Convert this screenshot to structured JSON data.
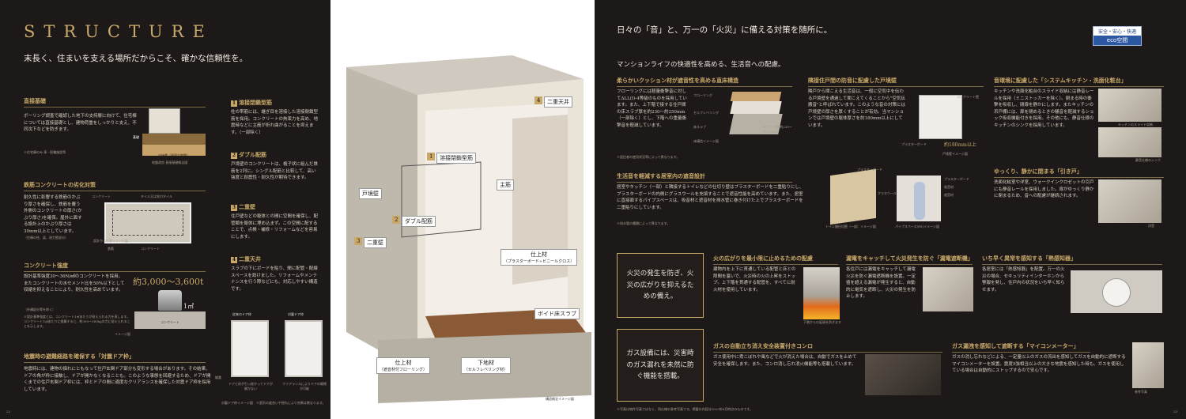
{
  "left": {
    "heading": "STRUCTURE",
    "subheading": "末長く、住まいを支える場所だからこそ、確かな信頼性を。",
    "page_number": "22",
    "foundation": {
      "title": "直接基礎",
      "text": "ボーリング調査で確認した地下の支持層に向けて、住宅棟については直接基礎とし、建物荷重をしっかりと支え、不同沈下などを防ぎます。",
      "note": "※住宅棟のみ 車・駐輪施設等",
      "label1": "支持層（強固な地盤）",
      "label2": "地盤改良·直接基礎概念図",
      "label3": "基礎"
    },
    "concrete_deg": {
      "title": "鉄筋コンクリートの劣化対策",
      "text": "耐久性に影響する鉄筋のかぶり厚さを確保し、鉄筋を覆う外側のコンクリートの厚さ(かぶり厚さ)を確保。屋外に面する設計上のかぶり厚さは30mm以上としています。",
      "note": "（住棟の柱、梁、耐力壁部分）",
      "label_concrete": "コンクリート",
      "label_tile": "タイル又は吹付タイル",
      "label_bar": "鉄筋",
      "caption": "設計かぶり厚イメージ図"
    },
    "concrete_strength": {
      "title": "コンクリート強度",
      "text": "設計基準強度30～36N/㎟のコンクリートを採用。またコンクリートの水セメント比を50%以下として収縮を抑えることにより、耐久性を高めています。",
      "note": "（外構部分等を除く）",
      "range": "約3,000～3,600t",
      "unit": "1㎡",
      "block": "コンクリート",
      "caption": "イメージ図",
      "note2": "※設計基準強度とは、コンクリート1㎡あたりが耐えられる力を表します。コンクリート1㎠あたりに換算すると、約300～360kgの力に耐えられることを示します。"
    },
    "door": {
      "title": "地震時の避難経路を確保する「対震ドア枠」",
      "text": "地震時には、建物の揺れにともなって住戸玄関ドア部分も変形する場合があります。その結果、ドアの角が枠に接触し、ドアが開かなくなることも。このような事態を回避するため、ドアが開くまでの住戸玄関ドア枠には、枠とドアの間に適度なクリアランスを確保した対震ドア枠を採用しています。",
      "label_normal": "従来のドア枠",
      "label_anti": "対震ドア枠",
      "cap_normal": "ドアと枠が引っ掛かってドアが開かない",
      "cap_anti": "クリアランスによりドアの開閉が可能",
      "caption": "対震ドア枠イメージ図",
      "hinge": "蝶番",
      "footnote": "※変形の度合いや揺れにより効果は異なります。"
    },
    "mid": [
      {
        "num": "1",
        "title": "溶接閉鎖型筋",
        "text": "柱の帯筋には、継ぎ目を溶接した溶接閉鎖型筋を採用。コンクリートの拘束力を高め、地震時などに主筋が折れ曲がることを抑えます。（一部除く）"
      },
      {
        "num": "2",
        "title": "ダブル配筋",
        "text": "戸境壁のコンクリートは、格子状に組んだ鉄筋を2列に。シングル配筋と比較して、高い強度と耐震性・耐久性が期待できます。"
      },
      {
        "num": "3",
        "title": "二重壁",
        "text": "住戸壁などの躯体との間に空間を確保し、配管類を躯体に埋め込まず。この空間に配することで、点検・補修・リフォームなどを容易にします。"
      },
      {
        "num": "4",
        "title": "二重天井",
        "text": "スラブの下にボードを貼り、間に配管・配線スペースを設けました。リフォームやメンテナンスを行う際などにも、対応しやすい構造です。"
      }
    ]
  },
  "center": {
    "labels": {
      "ceiling": "二重天井",
      "welded": "溶接閉鎖型筋",
      "main_bar": "主筋",
      "wall": "戸境壁",
      "double_bar": "ダブル配筋",
      "double_wall": "二重壁",
      "finish_wall": "仕上材",
      "finish_wall_sub": "（プラスターボード+ビニールクロス）",
      "void_slab": "ボイド床スラブ",
      "finish_floor": "仕上材",
      "finish_floor_sub": "（遮音材付フローリング）",
      "base_floor": "下地材",
      "base_floor_sub": "（セルフレベリング材）",
      "caption": "構造概念イメージ図"
    },
    "nums": {
      "ceiling": "4",
      "welded": "1",
      "double_bar": "2",
      "double_wall": "3"
    }
  },
  "right": {
    "headline": "日々の「音」と、万一の「火災」に備える対策を随所に。",
    "badge_top": "安全・安心・快適",
    "badge_bottom": "eco空間",
    "page_number": "23",
    "noise_intro": "マンションライフの快適性を高める、生活音への配慮。",
    "floor": {
      "title": "柔らかいクッション材が遮音性を高める直床構造",
      "text": "フローリングには軽量衝撃音に対してΔLL(I)-4等級のものを採用しています。また、上下階で接する住戸間の床スラブ厚を約230～約250mm（一部除く）とし、下階への重量衝撃音を軽減しています。",
      "caption": "床構造イメージ図",
      "l1": "フローリング",
      "l2": "セルフレベリング",
      "l3": "床スラブ",
      "dim": "床スラブ厚 約230～約250mm",
      "note": "※居住者の使用状況等によって異なります。"
    },
    "wall": {
      "title": "隣接住戸間の防音に配慮した戸境壁",
      "text": "隣戸から聞こえる生活音は、一般に空気中を伝わる戸境壁を通過して聞こえてくることから\"空気伝搬音\"と呼ばれています。このような音の対策には戸境壁の厚さを厚くすることが有効。当マンションでは戸境壁の躯体厚さを約180mm以上にしています。",
      "dim": "約180mm以上",
      "caption": "戸境壁イメージ図",
      "l1": "コンクリート壁",
      "l2": "プラスターボード"
    },
    "kitchen": {
      "title": "音環境に配慮した「システムキッチン・洗面化粧台」",
      "text": "キッチンや洗面化粧台のスライド収納には静音レールを採用（ミニストッカーを除く）。閉まる時の衝撃を吸収し、閉扉を静かにします。またキッチンの吊戸棚には、扉を閉めるときの騒音を軽減するショック吸収機能付きを採用。その他にも、静音仕様のキッチンのシンクを採用しています。",
      "cap1": "キッチンのスライド収納",
      "cap2": "静音仕様のシンク"
    },
    "door_slide": {
      "title": "ゆっくり、静かに閉まる「引き戸」",
      "text": "洗面化粧室や洋室、ウォークインクロゼットの引戸にも静音レールを採用しました。扉がゆっくり静かに閉まるため、音への配慮が継続されます。",
      "cap": "洋室"
    },
    "pipe": {
      "title": "生活音を軽減する居室内の遮音設計",
      "text": "居室やキッチン（一部）と隣接するトイレなどの仕切り壁はプラスターボードを二重貼りにし、プラスターボードの内側にグラスウールを充填することで遮音性能を高めています。また、居室に直接面するパイプスペースは、吸音材と遮音材を排水管に巻き付けた上でプラスターボードを二重貼りにしています。",
      "cap1": "トイレ間仕切壁（一部）イメージ図",
      "cap2": "パイプスペース(PS)イメージ図",
      "note": "※排水管の種類によって異なります。",
      "l1": "プラスターボード",
      "l2": "グラスウール",
      "l3": "吸音材",
      "l4": "遮音材"
    },
    "fire_box": "火災の発生を防ぎ、火災の広がりを抑えるための備え。",
    "gas_box": "ガス設備には、災害時のガス漏れを未然に防ぐ機能を搭載。",
    "fire1": {
      "title": "火の広がりを最小限に止めるための配慮",
      "text": "建物内を上下に貫通している配管と床との隙間を塞いで、火災時の火の上昇をストップ。上下階を貫通する配管を、すべてに耐火材を使用しています。",
      "cap": "下階からの延焼を防ぎます"
    },
    "fire2": {
      "title": "漏電をキャッチして火災発生を防ぐ「漏電遮断機」",
      "text": "各住戸には漏電をキャッチして漏電火災を防ぐ漏電遮断機を設置。一定値を超える漏電が発生すると、自動的に電気を遮断し、火災の発生を防止します。"
    },
    "fire3": {
      "title": "いち早く異常を感知する「熱感知器」",
      "text": "各居室には「熱感知器」を配置。万一の火災の場合、セキュリティインターホンから警報を発し、住戸内の状況をいち早く知らせます。"
    },
    "gas1": {
      "title": "ガスの自動立ち消え安全装置付きコンロ",
      "text": "ガス使用中に煮こぼれや風などで火が消えた場合は、自動でガスを止めて安全を確保します。また、コンロ消し忘れ消火機能等も搭載しています。"
    },
    "gas2": {
      "title": "ガス漏洩を感知して遮断する「マイコンメーター」",
      "text": "ガスの消し忘れなどによる、一定量以上のガスの流出を感知してガスを自動的に遮断するマイコンメーターを設置。震度5強相当以上の大きな地震を感知した時も、ガスを使用している場合は自動的にストップするので安心です。",
      "cap": "参考写真"
    },
    "footnote": "※写真は物件写真ではなく、同仕様の参考写真です。掲載の内容は2023年8月時点のものです。"
  }
}
